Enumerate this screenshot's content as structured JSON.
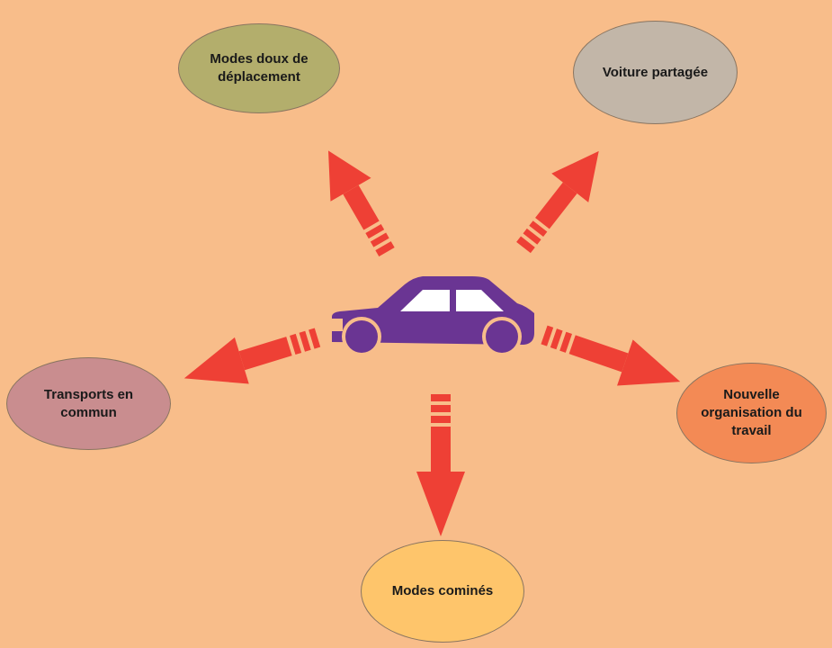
{
  "diagram": {
    "center": {
      "icon": "car-icon",
      "color": "#6a3593"
    },
    "arrow_color": "#ee4035",
    "nodes": {
      "soft_modes": {
        "label": "Modes doux de déplacement",
        "color": "#b3ae6c"
      },
      "car_sharing": {
        "label": "Voiture partagée",
        "color": "#c2b6a8"
      },
      "public_transit": {
        "label": "Transports en commun",
        "color": "#c98d8f"
      },
      "work_organization": {
        "label": "Nouvelle organisation du travail",
        "color": "#f38a55"
      },
      "combined_modes": {
        "label": "Modes cominés",
        "color": "#fec56b"
      }
    }
  }
}
